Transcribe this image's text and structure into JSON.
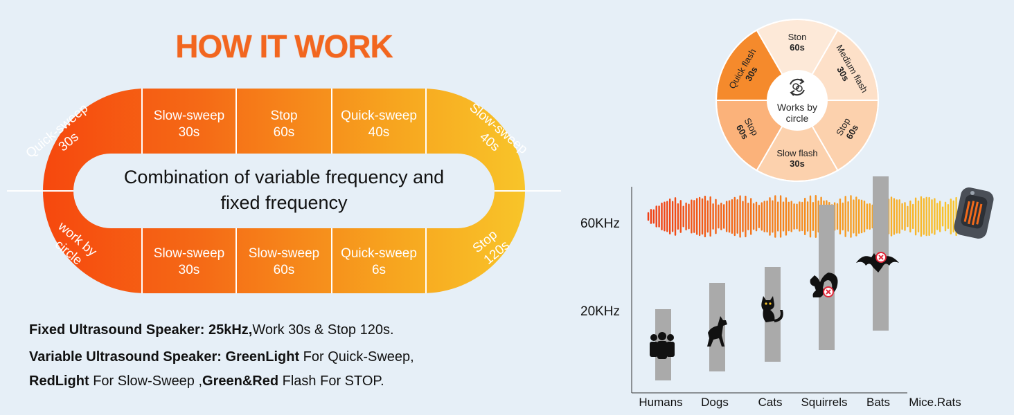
{
  "title": "HOW IT WORK",
  "track": {
    "center_line1": "Combination of variable frequency and",
    "center_line2": "fixed frequency",
    "top_left_curve": {
      "label": "Quick-sweep",
      "time": "30s"
    },
    "bottom_left_curve": {
      "label": "work by",
      "time": "circle"
    },
    "top_right_curve": {
      "label": "Slow-sweep",
      "time": "40s"
    },
    "bottom_right_curve": {
      "label": "Stop",
      "time": "120s"
    },
    "top_segments": [
      {
        "label": "Slow-sweep",
        "time": "30s"
      },
      {
        "label": "Stop",
        "time": "60s"
      },
      {
        "label": "Quick-sweep",
        "time": "40s"
      }
    ],
    "bottom_segments": [
      {
        "label": "Slow-sweep",
        "time": "30s"
      },
      {
        "label": "Slow-sweep",
        "time": "60s"
      },
      {
        "label": "Quick-sweep",
        "time": "6s"
      }
    ]
  },
  "description": {
    "line1_bold": "Fixed Ultrasound Speaker: 25kHz,",
    "line1_text": "Work 30s & Stop 120s.",
    "line2_bold": "Variable Ultrasound Speaker: GreenLight",
    "line2_text": " For Quick-Sweep,",
    "line3_bold1": "RedLight",
    "line3_text1": " For Slow-Sweep ,",
    "line3_bold2": "Green&Red",
    "line3_text2": " Flash For STOP."
  },
  "wheel": {
    "center_line1": "Works by",
    "center_line2": "circle",
    "segments": [
      {
        "label": "Ston",
        "time": "60s",
        "color": "#fde9d8"
      },
      {
        "label": "Medium flash",
        "time": "30s",
        "color": "#fde0c8"
      },
      {
        "label": "Stop",
        "time": "60s",
        "color": "#fcd1ad"
      },
      {
        "label": "Slow flash",
        "time": "30s",
        "color": "#fcd1ad"
      },
      {
        "label": "Stop",
        "time": "60s",
        "color": "#fbb27a"
      },
      {
        "label": "Quick flash",
        "time": "30s",
        "color": "#f58a2c"
      }
    ]
  },
  "chart_data": {
    "type": "range-bar",
    "y_ticks": [
      "60KHz",
      "20KHz"
    ],
    "categories": [
      "Humans",
      "Dogs",
      "Cats",
      "Squirrels",
      "Bats",
      "Mice.Rats"
    ],
    "icons": [
      "people-icon",
      "dog-icon",
      "cat-icon",
      "squirrel-icon",
      "bat-icon",
      "rat-icon"
    ]
  },
  "colors": {
    "accent": "#f2661f",
    "red": "#f33a10",
    "yellow": "#f9c52a",
    "bar": "#aaaaaa",
    "blocked": "#e2283a"
  }
}
